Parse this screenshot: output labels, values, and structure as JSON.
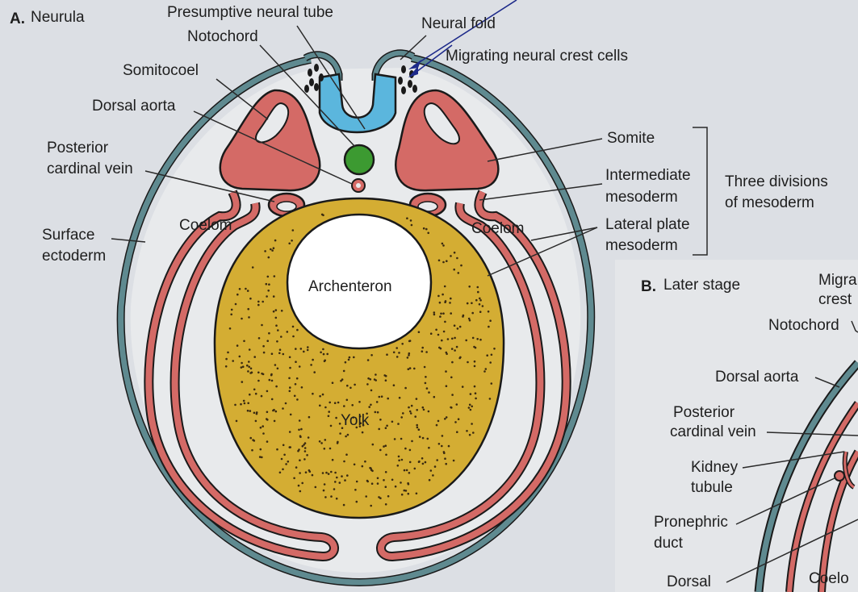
{
  "panel_a": {
    "letter": "A.",
    "title": "Neurula",
    "labels": {
      "presumptive_neural_tube": "Presumptive neural tube",
      "notochord": "Notochord",
      "neural_fold": "Neural fold",
      "migrating_neural_crest": "Migrating neural crest cells",
      "somitocoel": "Somitocoel",
      "dorsal_aorta": "Dorsal aorta",
      "posterior_cardinal_vein_1": "Posterior",
      "posterior_cardinal_vein_2": "cardinal vein",
      "surface_ectoderm_1": "Surface",
      "surface_ectoderm_2": "ectoderm",
      "coelom_left": "Coelom",
      "coelom_right": "Coelom",
      "archenteron": "Archenteron",
      "yolk": "Yolk",
      "somite": "Somite",
      "intermediate_mesoderm_1": "Intermediate",
      "intermediate_mesoderm_2": "mesoderm",
      "lateral_plate_mesoderm_1": "Lateral plate",
      "lateral_plate_mesoderm_2": "mesoderm",
      "three_divisions_1": "Three divisions",
      "three_divisions_2": "of mesoderm"
    }
  },
  "panel_b": {
    "letter": "B.",
    "title": "Later stage",
    "labels": {
      "migrating_crest_1": "Migra",
      "migrating_crest_2": "crest",
      "notochord": "Notochord",
      "dorsal_aorta": "Dorsal aorta",
      "posterior_cardinal_vein_1": "Posterior",
      "posterior_cardinal_vein_2": "cardinal vein",
      "kidney_tubule_1": "Kidney",
      "kidney_tubule_2": "tubule",
      "pronephric_duct_1": "Pronephric",
      "pronephric_duct_2": "duct",
      "dorsal": "Dorsal",
      "coelom": "Coelo"
    }
  },
  "colors": {
    "ectoderm": "#5f8a90",
    "mesoderm": "#d46a66",
    "neural": "#5bb6dd",
    "notochord": "#3c9a31",
    "yolk": "#d4ad33",
    "leader": "#2a2a2a",
    "annotation_arrow": "#1d2a8a"
  }
}
